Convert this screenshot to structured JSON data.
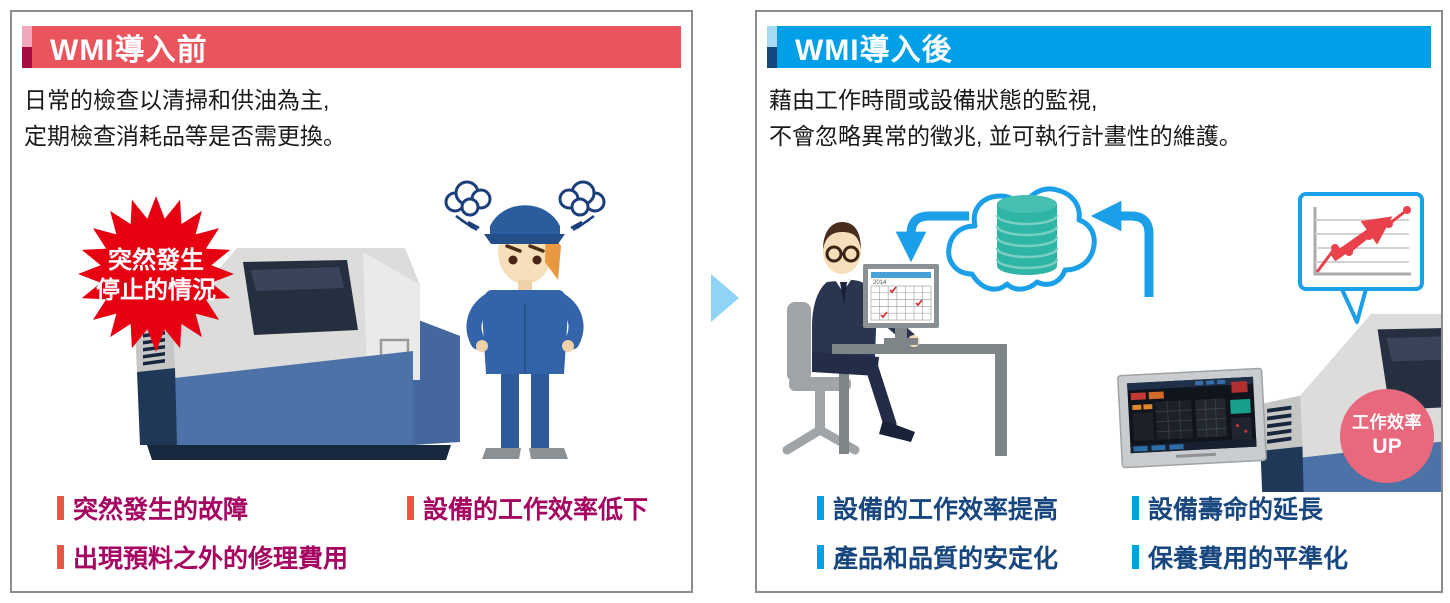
{
  "left_panel": {
    "header": {
      "title": "WMI導入前"
    },
    "description": [
      "日常的檢查以清掃和供油為主,",
      "定期檢查消耗品等是否需更換。"
    ],
    "starburst": {
      "line1": "突然發生",
      "line2": "停止的情況"
    },
    "bullets": [
      "突然發生的故障",
      "設備的工作效率低下",
      "出現預料之外的修理費用"
    ]
  },
  "right_panel": {
    "header": {
      "title": "WMI導入後"
    },
    "description": [
      "藉由工作時間或設備狀態的監視,",
      "不會忽略異常的徵兆, 並可執行計畫性的維護。"
    ],
    "monitor": {
      "calendar_year": "2014"
    },
    "badge": {
      "line1": "工作效率",
      "line2": "UP"
    },
    "bullets": [
      "設備的工作效率提高",
      "設備壽命的延長",
      "產品和品質的安定化",
      "保養費用的平準化"
    ]
  },
  "colors": {
    "before_band": "#e9545d",
    "before_accent_light": "#f2a8bc",
    "before_accent_dark": "#a60d45",
    "after_band": "#00a0e9",
    "after_accent_light": "#a8d9f2",
    "after_accent_dark": "#15477e",
    "before_bullet_text": "#a50561",
    "before_bullet_bar": "#e45744",
    "after_bullet_text": "#17477e",
    "after_bullet_bar": "#00a0e9",
    "starburst_red": "#e60012",
    "transition_arrow_blue": "#8fd3f5",
    "badge_pink": "#e8697d",
    "cloud_outline_blue": "#1b9fe8",
    "database_teal": "#2fb5a5",
    "machine_body_blue": "#4d72a8",
    "chart_line_red": "#e8414b"
  }
}
